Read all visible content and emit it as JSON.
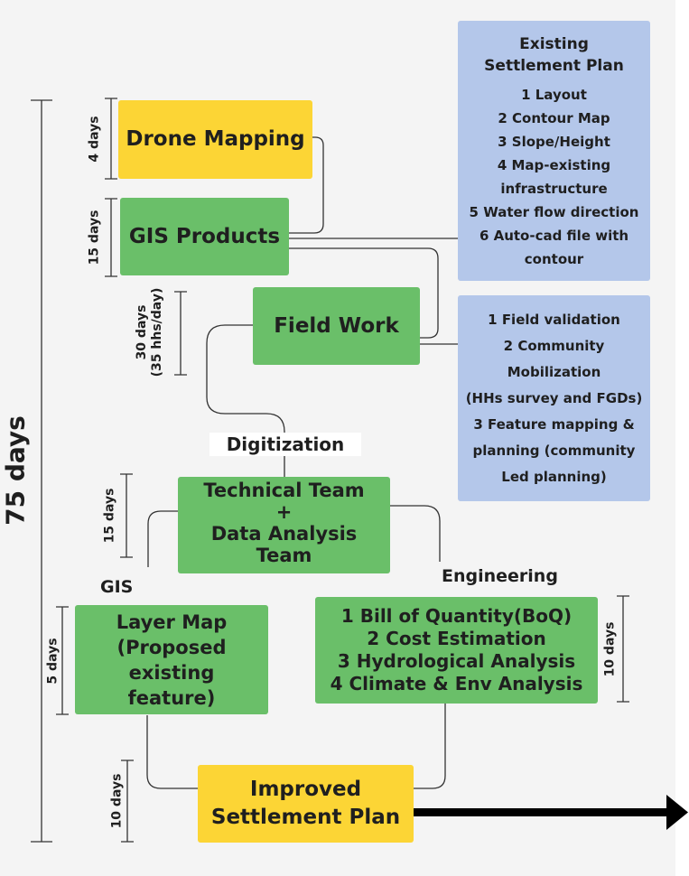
{
  "total_duration": "75 days",
  "colors": {
    "yellow": "#fcd535",
    "green": "#6abf69",
    "blue": "#b4c7ea",
    "line": "#333333"
  },
  "nodes": {
    "drone_mapping": "Drone Mapping",
    "gis_products": "GIS Products",
    "field_work": "Field Work",
    "technical_team": [
      "Technical Team",
      "+",
      "Data Analysis",
      "Team"
    ],
    "layer_map": [
      "Layer Map",
      "(Proposed",
      "existing",
      "feature)"
    ],
    "engineering_list": [
      "1 Bill of Quantity(BoQ)",
      "2 Cost Estimation",
      "3 Hydrological Analysis",
      "4 Climate & Env Analysis"
    ],
    "improved_plan": [
      "Improved",
      "Settlement Plan"
    ]
  },
  "existing_plan": {
    "title": [
      "Existing",
      "Settlement Plan"
    ],
    "items": [
      "1 Layout",
      "2 Contour Map",
      "3 Slope/Height",
      "4 Map-existing",
      "infrastructure",
      "5 Water flow direction",
      "6 Auto-cad file with",
      "contour"
    ]
  },
  "field_outputs": {
    "items": [
      "1 Field validation",
      "2 Community",
      "Mobilization",
      "(HHs survey and FGDs)",
      "3 Feature mapping &",
      "planning (community",
      "Led planning)"
    ]
  },
  "labels": {
    "digitization": "Digitization",
    "gis": "GIS",
    "engineering": "Engineering"
  },
  "durations": {
    "drone": "4 days",
    "gis_products": "15 days",
    "field_work": [
      "30 days",
      "(35 hhs/day)"
    ],
    "technical": "15 days",
    "layer_map": "5 days",
    "engineering": "10 days",
    "improved": "10 days"
  }
}
